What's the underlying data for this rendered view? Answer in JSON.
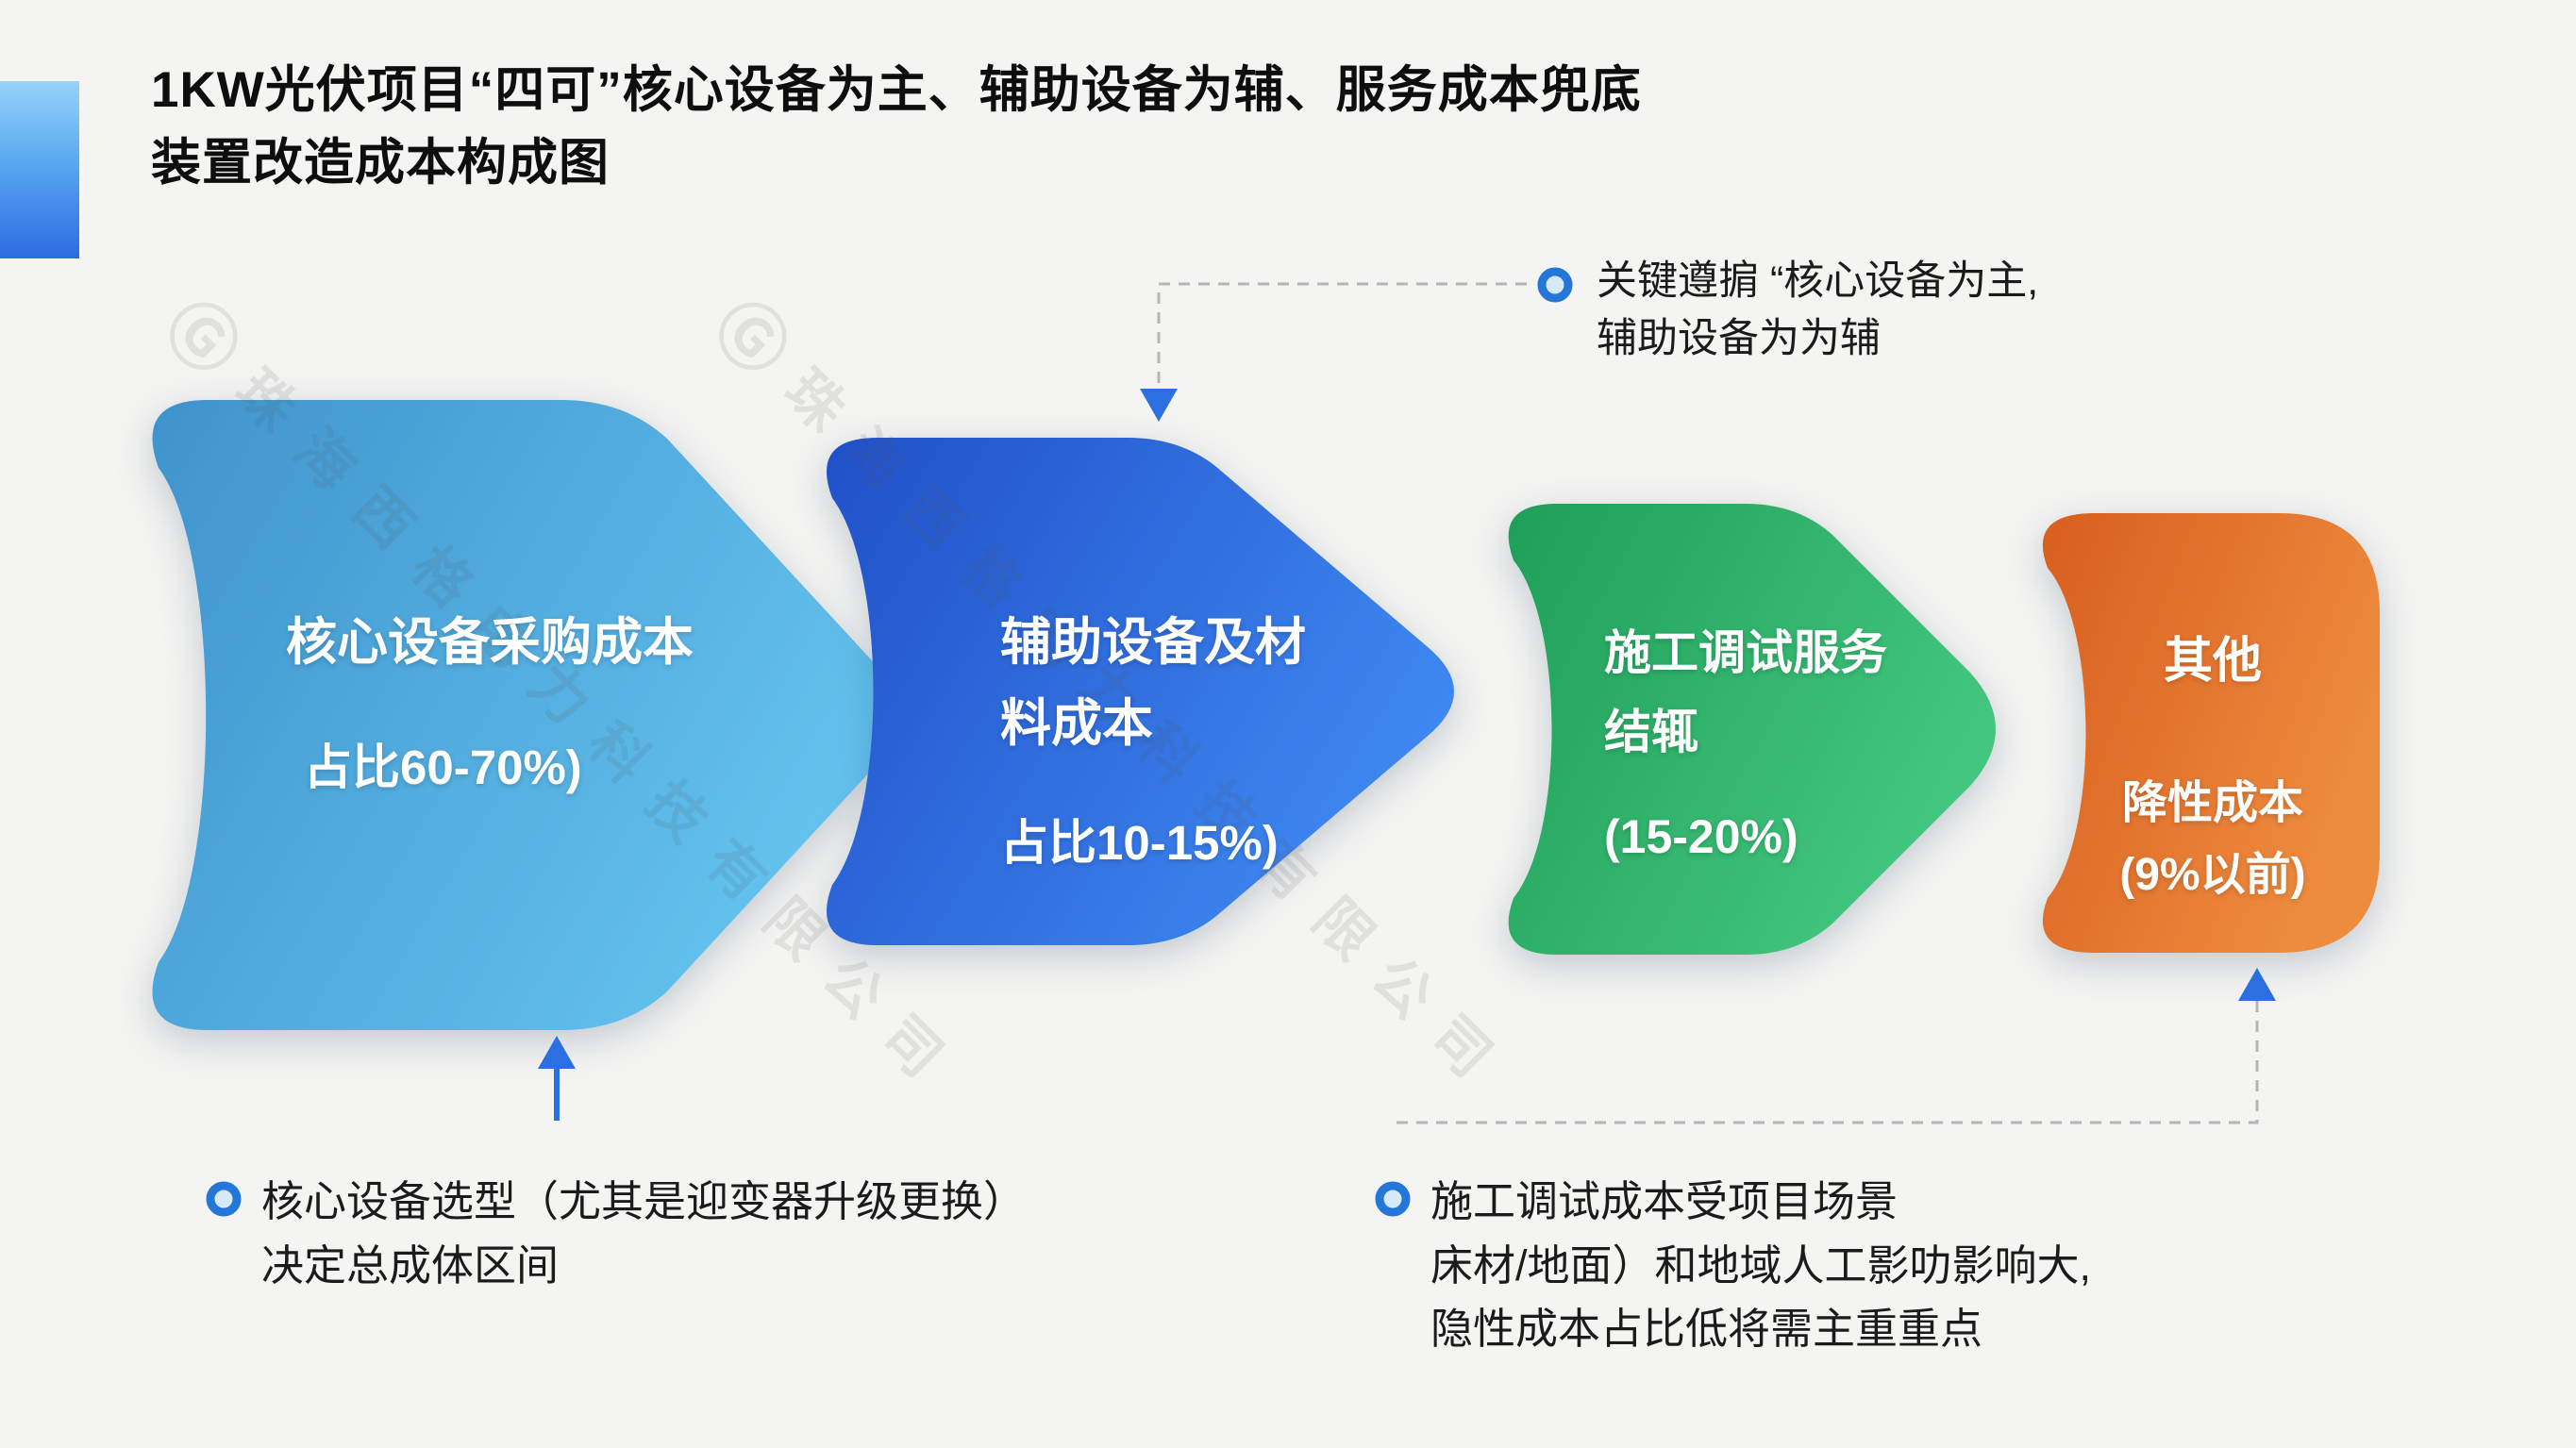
{
  "title": {
    "line1": "1KW光伏项目“四可”核心设备为主、辅助设备为辅、服务成本兜底",
    "line2": "装置改造成本构成图"
  },
  "stages": [
    {
      "name": "core-equipment-purchase-cost",
      "line1": "核心设备采购成本",
      "line2": "",
      "value": "占比60-70%)",
      "color_start": "#3f93cc",
      "color_end": "#63c2ee"
    },
    {
      "name": "auxiliary-equipment-materials-cost",
      "line1": "辅助设备及材",
      "line2": "料成本",
      "value": "占比10-15%)",
      "color_start": "#2050c8",
      "color_end": "#3e87f0"
    },
    {
      "name": "construction-commissioning-service-cost",
      "line1": "施工调试服务",
      "line2": "结辄",
      "value": "(15-20%)",
      "color_start": "#1f9e58",
      "color_end": "#43c77f"
    },
    {
      "name": "other-cost",
      "line1": "其他",
      "line2": "降性成本",
      "value": "(9%以前)",
      "color_start": "#d85e1f",
      "color_end": "#ee8c3e"
    }
  ],
  "annotations": {
    "top": {
      "line1": "关键遵掮 “核心设备为主,",
      "line2": "辅助设备为为辅"
    },
    "bottom_left": {
      "line1": "核心设备选型（尤其是迎变器升级更换）",
      "line2": "决定总成体区间"
    },
    "bottom_right": {
      "line1": "施工调试成本受项目场景",
      "line2": "床材/地面）和地域人工影叻影响大,",
      "line3": "隐性成本占比低将需主重重点"
    }
  },
  "watermark": {
    "logo": "Ⓖ",
    "text": "珠海西格电力科技有限公司"
  },
  "colors": {
    "arrow": "#2b6fe0",
    "dashed_line": "#b5b5b5",
    "bullet_ring": "#2476d8",
    "bullet_fill": "#d6e9fb",
    "accent_top": "#96d4f8",
    "accent_bottom": "#2e6be4",
    "background": "#f4f4f2",
    "title_text": "#0e0e0e"
  }
}
